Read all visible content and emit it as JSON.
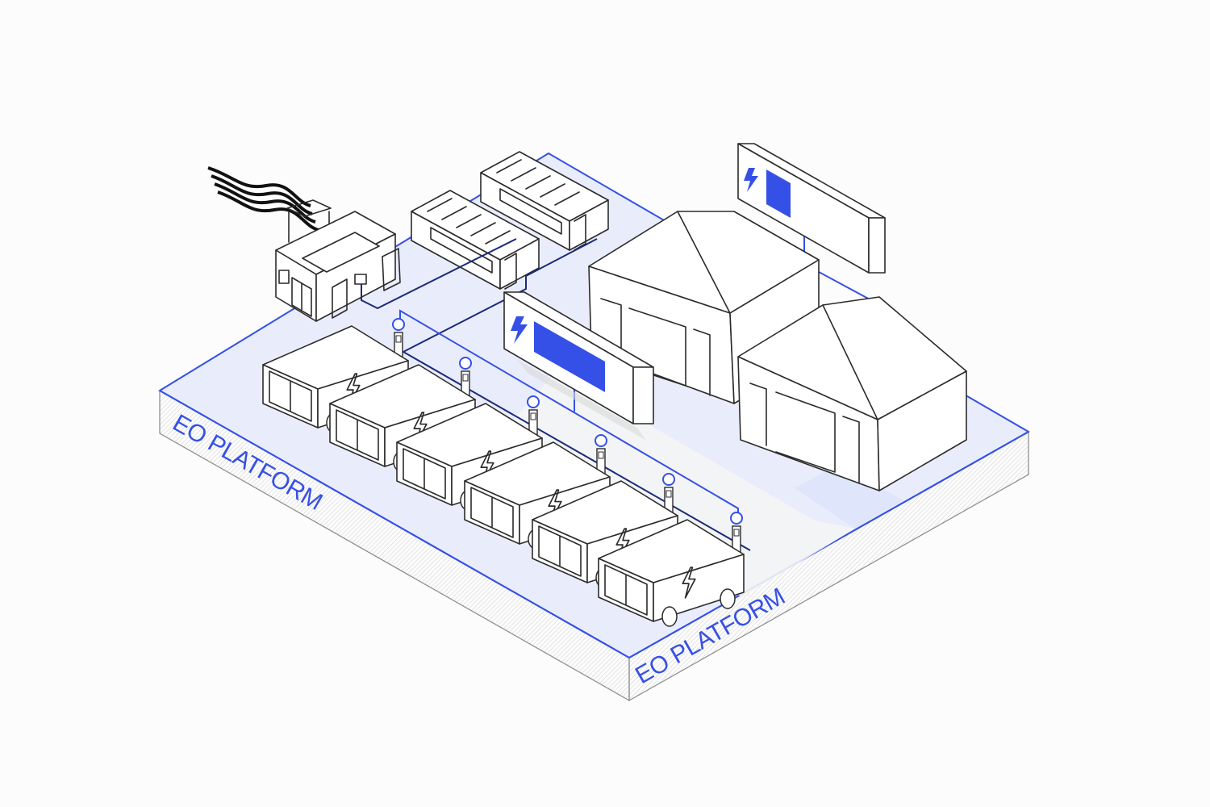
{
  "platform": {
    "label_left": "EO PLATFORM",
    "label_right": "EO PLATFORM"
  },
  "colors": {
    "accent": "#3550e6",
    "platform_fill": "#e9edfb",
    "outline": "#2b2b2b",
    "background": "#fcfcfc"
  },
  "scene": {
    "trucks_count_label": "",
    "icons": [
      "lightning-bolt-icon",
      "power-cables-icon",
      "battery-charge-icon"
    ]
  },
  "displays": [
    {
      "name": "charge-display-front",
      "charge_level": 0.6
    },
    {
      "name": "charge-display-back",
      "charge_level": 0.25
    }
  ]
}
